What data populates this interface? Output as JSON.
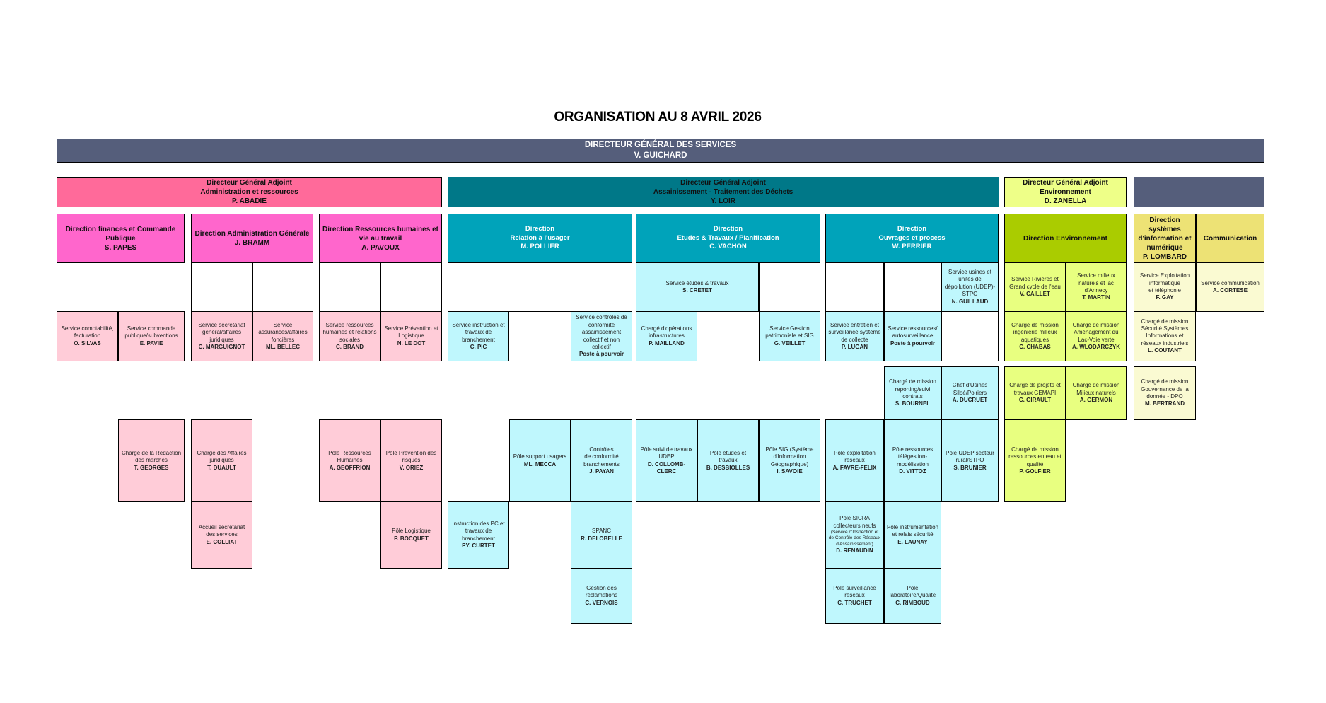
{
  "title": "ORGANISATION AU 8 AVRIL 2026",
  "colors": {
    "dgs": "#555e7b",
    "dga_pink": "#ff6a9a",
    "dir_pink": "#ff66cc",
    "svc_pink": "#ffccd8",
    "dga_teal": "#007888",
    "dir_teal": "#00a3ba",
    "svc_cyan": "#bff7fd",
    "dga_env": "#eeff88",
    "dir_env": "#aacc00",
    "svc_env": "#e8ff80",
    "dir_si": "#ede275",
    "svc_si": "#fafad2"
  },
  "cells": {
    "dgs": {
      "label": "DIRECTEUR GÉNÉRAL DES SERVICES",
      "name": "V. GUICHARD"
    },
    "dga_admin": {
      "label": "Directeur Général Adjoint\nAdministration et ressources",
      "name": "P. ABADIE"
    },
    "dga_assain": {
      "label": "Directeur Général Adjoint\nAssainissement - Traitement des Déchets",
      "name": "Y. LOIR"
    },
    "dga_env": {
      "label": "Directeur Général Adjoint\nEnvironnement",
      "name": "D. ZANELLA"
    },
    "dir_fin": {
      "label": "Direction finances et Commande Publique",
      "name": "S. PAPES"
    },
    "dir_admin": {
      "label": "Direction Administration Générale",
      "name": "J. BRAMM"
    },
    "dir_rh": {
      "label": "Direction Ressources humaines et vie au travail",
      "name": "A. PAVOUX"
    },
    "dir_rel": {
      "label": "Direction\nRelation à l'usager\n ",
      "name": "M. POLLIER"
    },
    "dir_etudes": {
      "label": "Direction\nEtudes & Travaux / Planification\n ",
      "name": "C. VACHON"
    },
    "dir_ouv": {
      "label": "Direction\nOuvrages et process\n ",
      "name": "W. PERRIER"
    },
    "dir_env": {
      "label": "Direction Environnement"
    },
    "dir_si": {
      "label": "Direction systèmes d'information et numérique",
      "name": "P. LOMBARD"
    },
    "dir_com": {
      "label": "Communication"
    },
    "svc_etudes": {
      "label": "Service études & travaux",
      "name": "S. CRETET"
    },
    "svc_usines": {
      "label": "Service usines et unités de dépollution (UDEP)-STPO",
      "name": "N. GUILLAUD"
    },
    "svc_rivieres": {
      "label": "Service Rivières et Grand cycle de l'eau",
      "name": "V. CAILLET"
    },
    "svc_milieux": {
      "label": "Service milieux naturels et lac d'Annecy",
      "name": "T. MARTIN"
    },
    "svc_exploit": {
      "label": "Service Exploitation informatique\net téléphonie",
      "name": "F. GAY"
    },
    "svc_com": {
      "label": "Service communication",
      "name": "A. CORTESE"
    },
    "svc_compta": {
      "label": "Service comptabilité, facturation\n ",
      "name": "O. SILVAS"
    },
    "svc_commande": {
      "label": "Service commande publique/subventions\n ",
      "name": "E. PAVIE"
    },
    "svc_secretariat": {
      "label": "Service secrétariat général/affaires juridiques",
      "name": "C. MARGUIGNOT"
    },
    "svc_assurances": {
      "label": "Service assurances/affaires foncières",
      "name": "ML. BELLEC"
    },
    "svc_rh": {
      "label": "Service ressources humaines et relations sociales",
      "name": "C. BRAND"
    },
    "svc_prevention": {
      "label": "Service Prévention et Logistique\n ",
      "name": "N. LE DOT"
    },
    "svc_instruction": {
      "label": "Service instruction et travaux de branchement",
      "name": "C. PIC"
    },
    "svc_controles": {
      "label": "Service contrôles de conformité assainissement collectif et non collectif",
      "name": "Poste à pourvoir"
    },
    "ch_operations": {
      "label": "Chargé d'opérations infrastructures",
      "name": "P. MAILLAND"
    },
    "svc_patrimoniale": {
      "label": "Service Gestion patrimoniale et SIG\n ",
      "name": "G. VEILLET"
    },
    "svc_entretien": {
      "label": "Service entretien et surveillance système de collecte",
      "name": "P. LUGAN"
    },
    "svc_ressources": {
      "label": "Service ressources/ autosurveillance",
      "name": "Poste à pourvoir"
    },
    "ch_ingenierie": {
      "label": "Chargé de mission ingénierie milieux aquatiques",
      "name": "C. CHABAS"
    },
    "ch_amenagement": {
      "label": "Chargé de mission Aménagement du Lac-Voie verte",
      "name": "A. WLODARCZYK"
    },
    "ch_securite": {
      "label": "Chargé de mission Sécurité Systèmes Informations et réseaux industriels",
      "name": "L. COUTANT"
    },
    "ch_reporting": {
      "label": "Chargé de mission reporting/suivi contrats",
      "name": "S. BOURNEL"
    },
    "chef_usines": {
      "label": "Chef d'Usines Siloé/Poiriers",
      "name": "A. DUCRUET"
    },
    "ch_gemapi": {
      "label": "Chargé de projets et travaux GEMAPI",
      "name": "C. GIRAULT"
    },
    "ch_milieux": {
      "label": "Chargé de mission Milieux naturels",
      "name": "A. GERMON"
    },
    "ch_dpo": {
      "label": "Chargé de mission Gouvernance de la donnée - DPO",
      "name": "M. BERTRAND"
    },
    "ch_marches": {
      "label": "Chargé de la Rédaction des marchés",
      "name": "T. GEORGES"
    },
    "ch_juridiques": {
      "label": "Chargé des Affaires juridiques",
      "name": "T. DUAULT"
    },
    "pole_rh": {
      "label": "Pôle Ressources Humaines",
      "name": "A. GEOFFRION"
    },
    "pole_prev": {
      "label": "Pôle Prévention des risques",
      "name": "V. ORIEZ"
    },
    "pole_support": {
      "label": "Pôle support usagers",
      "name": "ML. MECCA"
    },
    "controles_br": {
      "label": "Contrôles\nde conformité branchements",
      "name": "J. PAYAN"
    },
    "pole_suivi": {
      "label": "Pôle suivi de travaux UDEP",
      "name": "D. COLLOMB-CLERC"
    },
    "pole_etudes": {
      "label": "Pôle études et travaux",
      "name": "B. DESBIOLLES"
    },
    "pole_sig": {
      "label": "Pôle SIG (Système d'Information Géographique)",
      "name": "I. SAVOIE"
    },
    "pole_exploit": {
      "label": "Pôle exploitation réseaux",
      "name": "A. FAVRE-FELIX"
    },
    "pole_teleg": {
      "label": "Pôle ressources télégestion-modélisation",
      "name": "D. VITTOZ"
    },
    "pole_udep": {
      "label": "Pôle UDEP secteur rural/STPO",
      "name": "S. BRUNIER"
    },
    "ch_eau": {
      "label": "Chargé de mission ressources en eau et qualité",
      "name": "P. GOLFIER"
    },
    "accueil": {
      "label": "Accueil secrétariat des services",
      "name": "E. COLLIAT"
    },
    "pole_log": {
      "label": "Pôle Logistique",
      "name": "P. BOCQUET"
    },
    "instruction_pc": {
      "label": "Instruction des PC et travaux de branchement",
      "name": "PY. CURTET"
    },
    "spanc": {
      "label": "SPANC",
      "name": "R. DELOBELLE"
    },
    "pole_sicra": {
      "label": "Pôle SICRA collecteurs neufs",
      "note": "(Service d'Inspection et de Contrôle des Réseaux d'Assainissement)",
      "name": "D. RENAUDIN"
    },
    "pole_instr": {
      "label": "Pôle instrumentation et relais sécurité",
      "name": "E. LAUNAY"
    },
    "reclamations": {
      "label": "Gestion des réclamations",
      "name": "C. VERNOIS"
    },
    "pole_surv": {
      "label": "Pôle surveillance réseaux",
      "name": "C. TRUCHET"
    },
    "pole_labo": {
      "label": "Pôle laboratoire/Qualité",
      "name": "C. RIMBOUD"
    }
  }
}
